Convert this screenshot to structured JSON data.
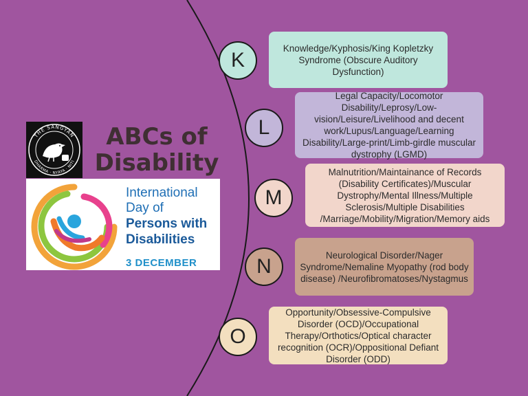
{
  "title": "ABCs of Disability",
  "logo": {
    "top_text": "THE SANGYAN",
    "bottom_text": "DHARMA · NYAYA · NITI",
    "icon": "crow-icon"
  },
  "idpd": {
    "line1": "International",
    "line2": "Day of",
    "line3": "Persons with",
    "line4": "Disabilities",
    "date": "3 DECEMBER"
  },
  "colors": {
    "background": "#a0559f",
    "k": "#bfe7dd",
    "l": "#c2b6d9",
    "m": "#f2d6cb",
    "n": "#c8a28d",
    "o": "#f3dfbf"
  },
  "entries": [
    {
      "letter": "K",
      "text": "Knowledge/Kyphosis/King Kopletzky Syndrome (Obscure Auditory Dysfunction)"
    },
    {
      "letter": "L",
      "text": "Legal Capacity/Locomotor Disability/Leprosy/Low-vision/Leisure/Livelihood and decent work/Lupus/Language/Learning Disability/Large-print/Limb-girdle muscular dystrophy (LGMD)"
    },
    {
      "letter": "M",
      "text": "Malnutrition/Maintainance of Records (Disability Certificates)/Muscular Dystrophy/Mental Illness/Multiple Sclerosis/Multiple Disabilities /Marriage/Mobility/Migration/Memory aids"
    },
    {
      "letter": "N",
      "text": "Neurological Disorder/Nager Syndrome/Nemaline Myopathy (rod body disease) /Neurofibromatoses/Nystagmus"
    },
    {
      "letter": "O",
      "text": "Opportunity/Obsessive-Compulsive Disorder (OCD)/Occupational Therapy/Orthotics/Optical character recognition (OCR)/Oppositional Defiant Disorder (ODD)"
    }
  ]
}
